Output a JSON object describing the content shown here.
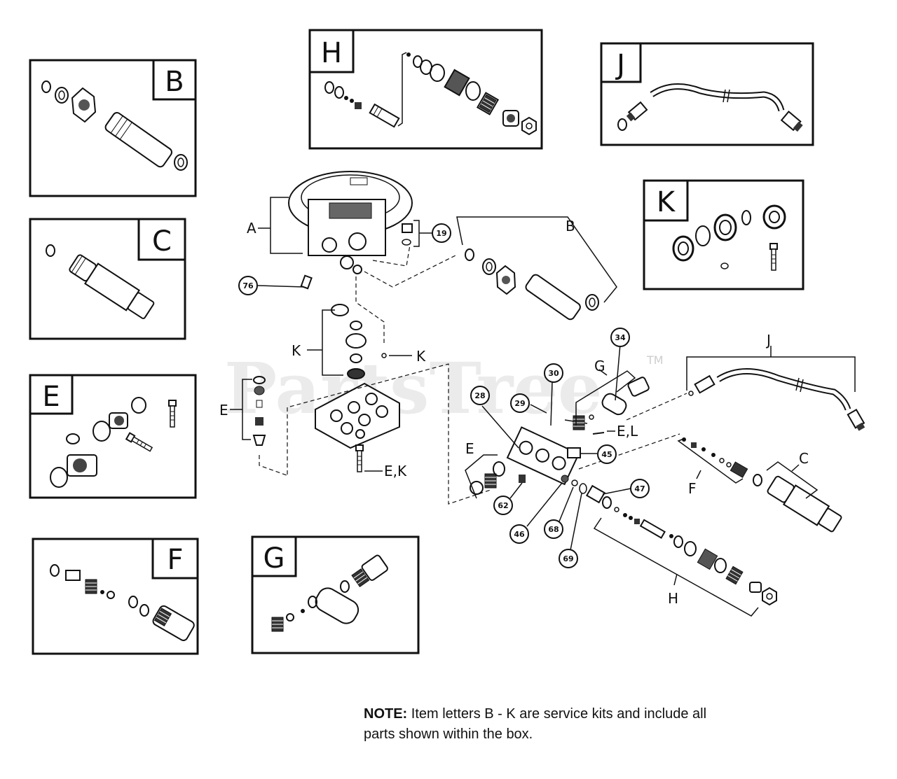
{
  "watermark": {
    "text": "PartsTree",
    "tm": "TM"
  },
  "kit_boxes": [
    {
      "letter": "B"
    },
    {
      "letter": "C"
    },
    {
      "letter": "E"
    },
    {
      "letter": "F"
    },
    {
      "letter": "G"
    },
    {
      "letter": "H"
    },
    {
      "letter": "J"
    },
    {
      "letter": "K"
    }
  ],
  "main_labels": {
    "A": "A",
    "B": "B",
    "C": "C",
    "E1": "E",
    "E2": "E",
    "F": "F",
    "G": "G",
    "H": "H",
    "J": "J",
    "K1": "K",
    "K2": "K",
    "EK": "E,K",
    "EL": "E,L"
  },
  "callouts": [
    "19",
    "76",
    "34",
    "30",
    "29",
    "28",
    "45",
    "47",
    "62",
    "46",
    "68",
    "69"
  ],
  "note": {
    "bold": "NOTE:",
    "line1": "Item letters B - K are service kits and include all",
    "line2": "parts shown within the box."
  }
}
